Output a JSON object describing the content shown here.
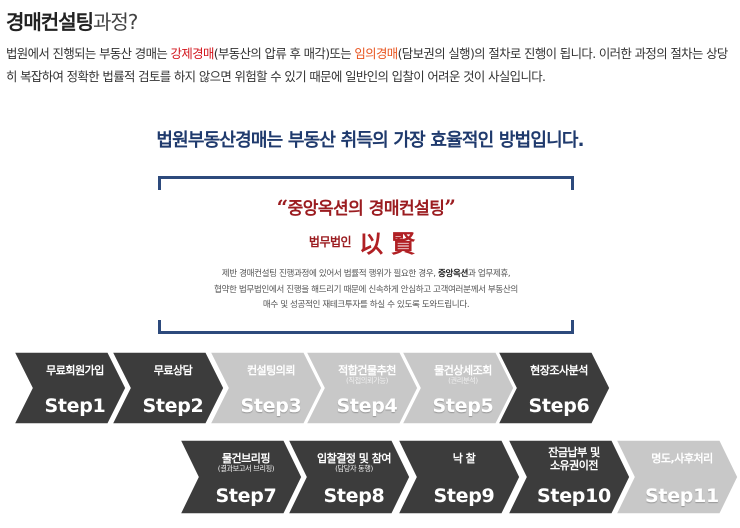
{
  "header": {
    "title_bold": "경매컨설팅",
    "title_normal": "과정?"
  },
  "intro": {
    "part1": "법원에서 진행되는 부동산 경매는 ",
    "forced": "강제경매",
    "part2": "(부동산의 압류 후 매각)또는 ",
    "voluntary": "임의경매",
    "part3": "(담보권의 실행)의 절차로 진행이 됩니다. 이러한 과정의 절차는 상당히 복잡하여 정확한 법률적 검토를 하지 않으면 위험할 수 있기 때문에 일반인의 입찰이 어려운 것이 사실입니다."
  },
  "headline": "법원부동산경매는 부동산 취득의 가장 효율적인 방법입니다.",
  "box": {
    "open_quote": "“",
    "title": "중앙옥션의 경매컨설팅",
    "close_quote": "”",
    "firm_label": "법무법인",
    "firm_name": "以賢",
    "desc_line1_a": "제반 경매컨설팅 진행과정에 있어서 법률적 행위가 필요한 경우, ",
    "desc_line1_b": "중앙옥션",
    "desc_line1_c": "과 업무제휴,",
    "desc_line2": "협약한 법무법인에서 진행을 해드리기 때문에 신속하게 안심하고 고객여러분께서 부동산의",
    "desc_line3": "매수 및 성공적인 재테크투자를 하실 수 있도록 도와드립니다."
  },
  "colors": {
    "navy": "#2d4a7c",
    "red": "#d2141b",
    "orange": "#e8541f",
    "dark_step": "#3c3c3c",
    "light_step": "#c8c8c8"
  },
  "steps_row1": [
    {
      "label": "무료회원가입",
      "sub": "",
      "num": "Step1"
    },
    {
      "label": "무료상담",
      "sub": "",
      "num": "Step2"
    },
    {
      "label": "컨설팅의뢰",
      "sub": "",
      "num": "Step3"
    },
    {
      "label": "적합건물추천",
      "sub": "(직접의뢰가능)",
      "num": "Step4"
    },
    {
      "label": "물건상세조회",
      "sub": "(권리분석)",
      "num": "Step5"
    },
    {
      "label": "현장조사분석",
      "sub": "",
      "num": "Step6"
    }
  ],
  "steps_row2": [
    {
      "label": "물건브리핑",
      "sub": "(결과보고서 브리핑)",
      "num": "Step7"
    },
    {
      "label": "입찰결정 및 참여",
      "sub": "(담당자 동행)",
      "num": "Step8"
    },
    {
      "label": "낙 찰",
      "sub": "",
      "num": "Step9"
    },
    {
      "label": "잔금납부 및",
      "label2": "소유권이전",
      "sub": "",
      "num": "Step10"
    },
    {
      "label": "명도,사후처리",
      "sub": "",
      "num": "Step11"
    }
  ]
}
